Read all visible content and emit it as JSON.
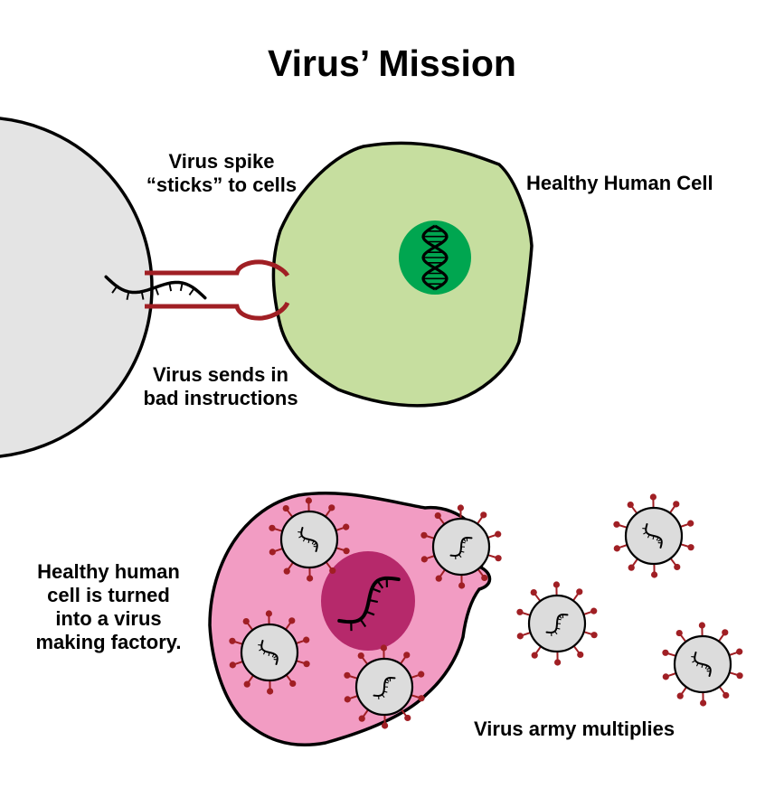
{
  "title": "Virus’ Mission",
  "labels": {
    "spike": [
      "Virus spike",
      "“sticks” to cells"
    ],
    "healthy_cell": "Healthy Human Cell",
    "bad_instructions": [
      "Virus sends in",
      "bad instructions"
    ],
    "factory": [
      "Healthy human",
      "cell is turned",
      "into a virus",
      "making factory."
    ],
    "army": "Virus army multiplies"
  },
  "colors": {
    "large_virus_fill": "#e4e4e4",
    "healthy_cell_fill": "#c6de9f",
    "healthy_nucleus": "#00a650",
    "spike": "#a01f24",
    "infected_cell_fill": "#f29cc3",
    "infected_nucleus": "#b6296b",
    "virus_fill": "#dcdcdc",
    "outline": "#000000"
  },
  "icons": {
    "healthy_nucleus": "dna-double-helix-icon",
    "large_virus_rna": "rna-strand-icon",
    "infected_nucleus": "rna-strand-icon",
    "virus_particle": "virus-particle-icon"
  }
}
